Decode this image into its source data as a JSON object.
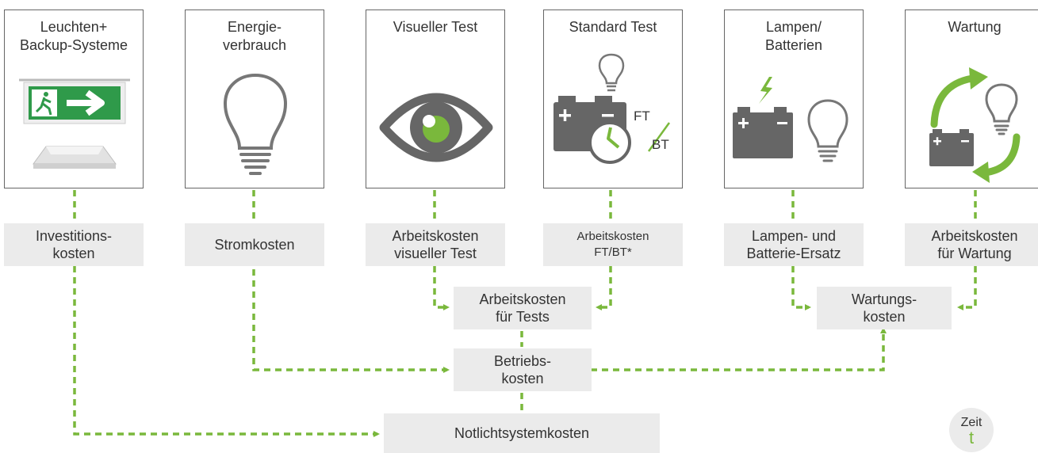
{
  "colors": {
    "accent": "#7ab83c",
    "icon": "#666666",
    "box": "#ebebeb",
    "border": "#666666",
    "exit_sign": "#2f9a4a"
  },
  "cards": [
    {
      "title": "Leuchten+\nBackup-Systeme",
      "icon": "exit-sign-and-luminaire"
    },
    {
      "title": "Energie-\nverbrauch",
      "icon": "light-bulb"
    },
    {
      "title": "Visueller Test",
      "icon": "eye"
    },
    {
      "title": "Standard Test",
      "icon": "battery-bulb-clock",
      "ft": "FT",
      "bt": "BT"
    },
    {
      "title": "Lampen/\nBatterien",
      "icon": "battery-bolt-bulb"
    },
    {
      "title": "Wartung",
      "icon": "maintenance-cycle"
    }
  ],
  "cost_labels": [
    "Investitions-\nkosten",
    "Stromkosten",
    "Arbeitskosten\nvisueller Test",
    "Arbeitskosten\nFT/BT*",
    "Lampen- und\nBatterie-Ersatz",
    "Arbeitskosten\nfür Wartung"
  ],
  "intermediate": {
    "tests": "Arbeitskosten\nfür Tests",
    "maintenance": "Wartungs-\nkosten",
    "operating": "Betriebs-\nkosten",
    "total": "Notlichtsystemkosten"
  },
  "time_marker": {
    "word": "Zeit",
    "symbol": "t"
  }
}
